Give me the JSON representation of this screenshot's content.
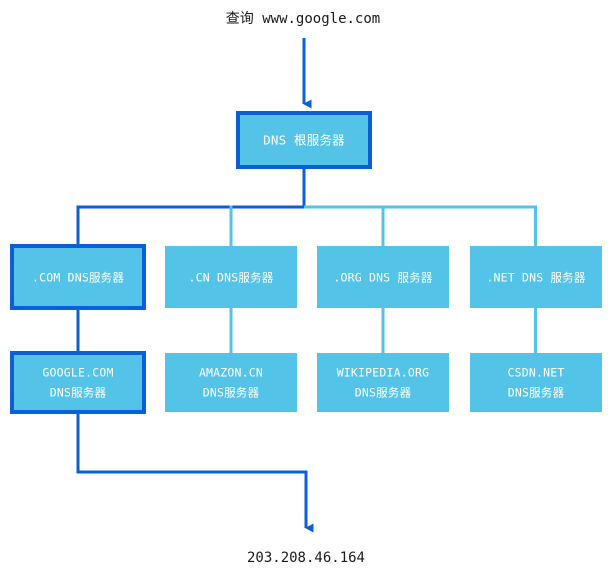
{
  "diagram": {
    "title_query": "查询 www.google.com",
    "result_ip": "203.208.46.164",
    "colors": {
      "node_fill": "#54c3e8",
      "highlight_stroke": "#0d5fd8",
      "normal_stroke": "#54c3e8",
      "text": "#ffffff",
      "label_text": "#1a1a1a",
      "background": "#ffffff"
    },
    "root": {
      "label": "DNS 根服务器",
      "highlighted": true
    },
    "tld_level": [
      {
        "label": ".COM DNS服务器",
        "highlighted": true
      },
      {
        "label": ".CN DNS服务器",
        "highlighted": false
      },
      {
        "label": ".ORG DNS 服务器",
        "highlighted": false
      },
      {
        "label": ".NET DNS 服务器",
        "highlighted": false
      }
    ],
    "authoritative_level": [
      {
        "line1": "GOOGLE.COM",
        "line2": "DNS服务器",
        "highlighted": true
      },
      {
        "line1": "AMAZON.CN",
        "line2": "DNS服务器",
        "highlighted": false
      },
      {
        "line1": "WIKIPEDIA.ORG",
        "line2": "DNS服务器",
        "highlighted": false
      },
      {
        "line1": "CSDN.NET",
        "line2": "DNS服务器",
        "highlighted": false
      }
    ]
  }
}
